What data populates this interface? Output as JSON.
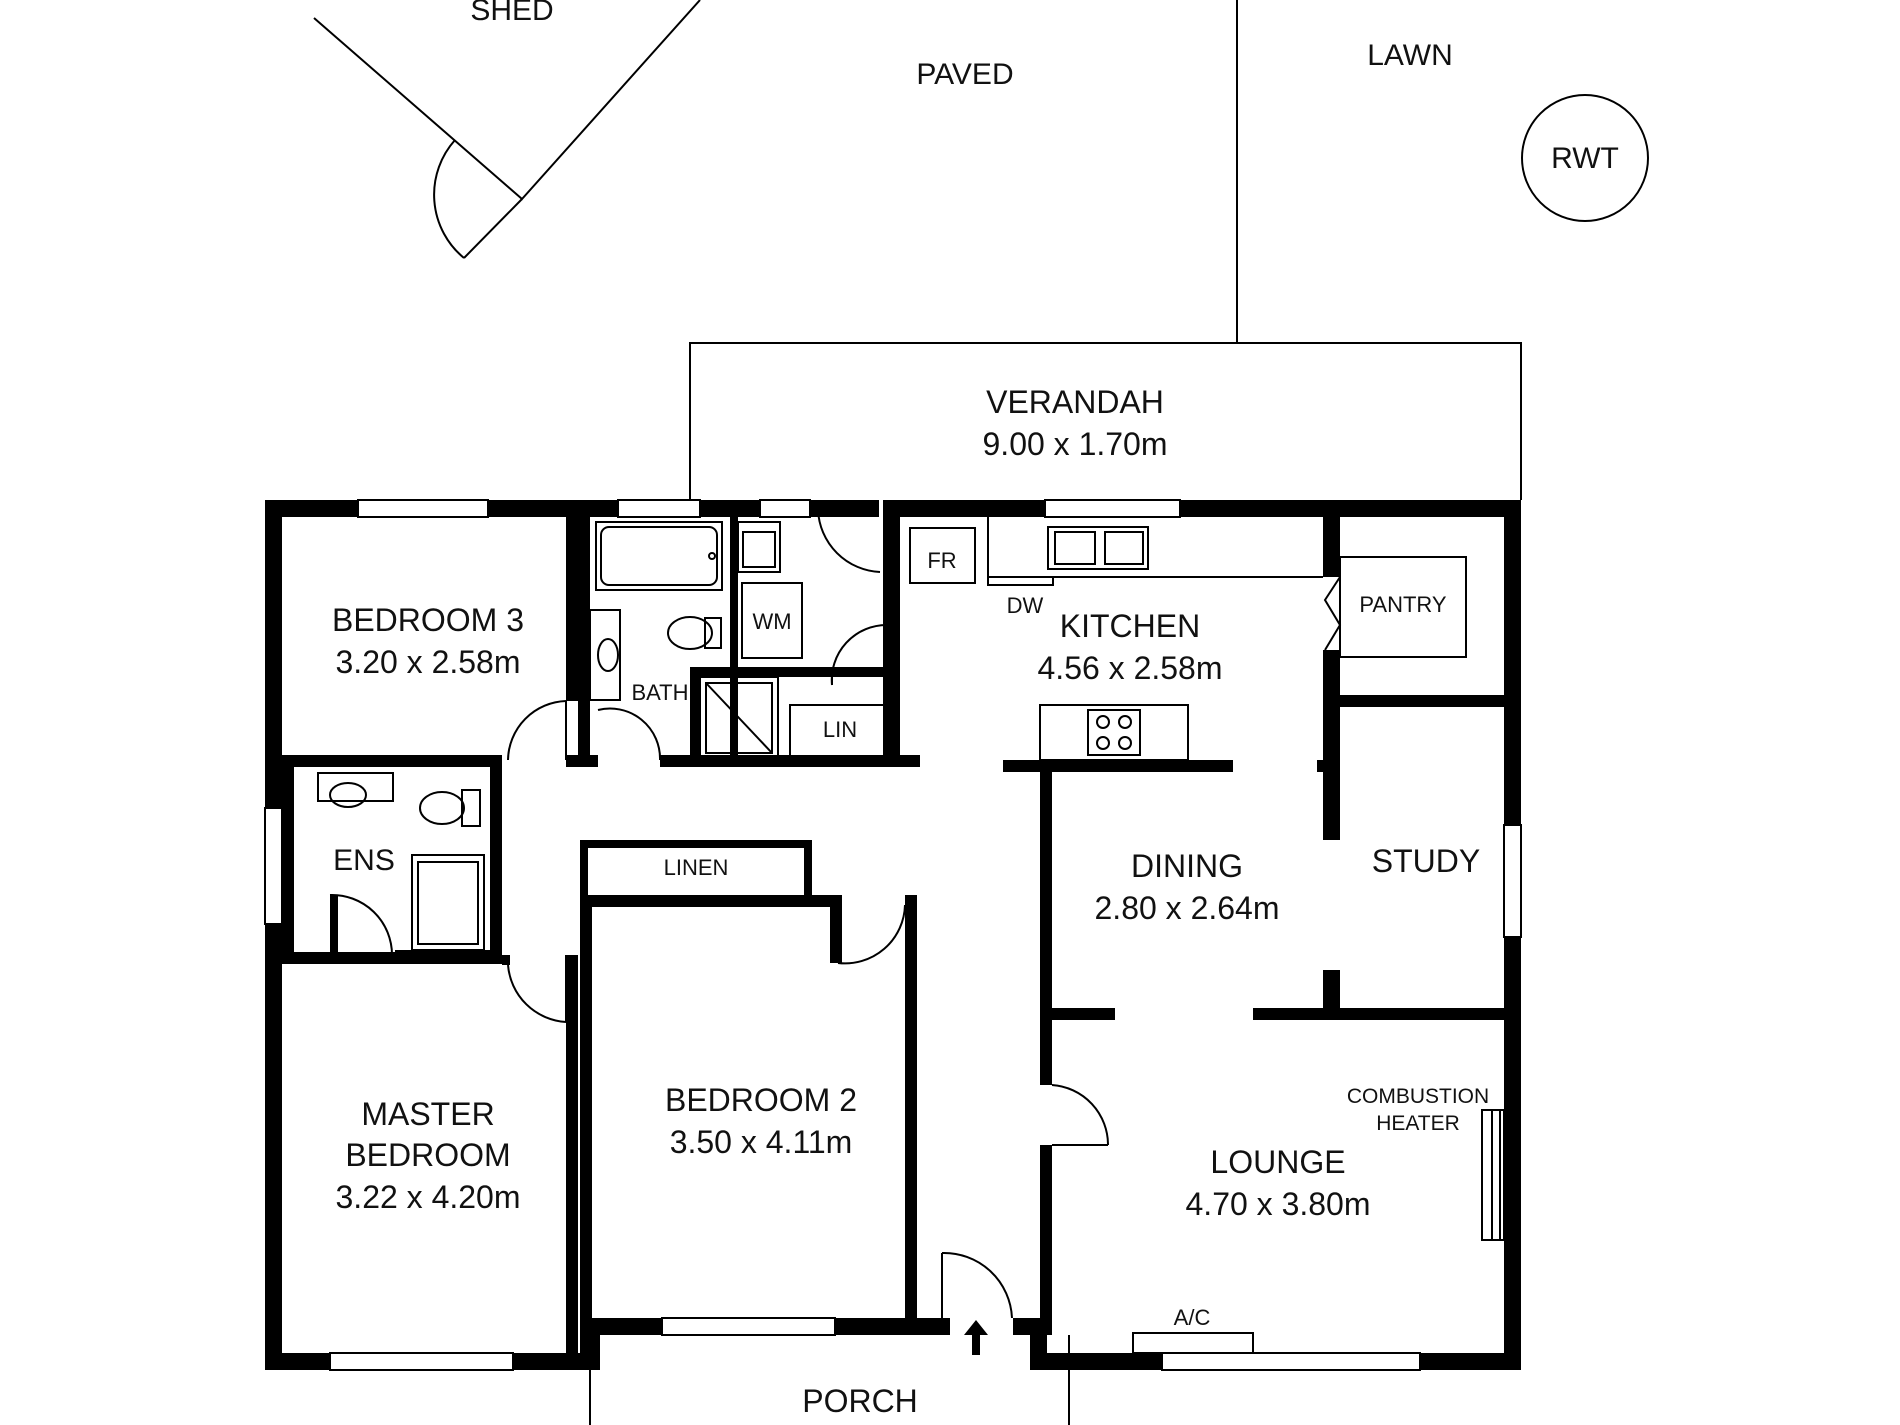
{
  "outdoor": {
    "shed": "SHED",
    "paved": "PAVED",
    "lawn": "LAWN",
    "rwt": "RWT",
    "porch": "PORCH"
  },
  "rooms": {
    "verandah": {
      "name": "VERANDAH",
      "size": "9.00 x 1.70m"
    },
    "bedroom3": {
      "name": "BEDROOM 3",
      "size": "3.20 x 2.58m"
    },
    "kitchen": {
      "name": "KITCHEN",
      "size": "4.56 x 2.58m"
    },
    "dining": {
      "name": "DINING",
      "size": "2.80 x 2.64m"
    },
    "study": {
      "name": "STUDY"
    },
    "master": {
      "name_line1": "MASTER",
      "name_line2": "BEDROOM",
      "size": "3.22 x 4.20m"
    },
    "bedroom2": {
      "name": "BEDROOM 2",
      "size": "3.50 x 4.11m"
    },
    "lounge": {
      "name": "LOUNGE",
      "size": "4.70 x 3.80m"
    }
  },
  "fixtures": {
    "fr": "FR",
    "dw": "DW",
    "wm": "WM",
    "pantry": "PANTRY",
    "bath": "BATH",
    "lin": "LIN",
    "ens": "ENS",
    "linen": "LINEN",
    "heater_line1": "COMBUSTION",
    "heater_line2": "HEATER",
    "ac": "A/C"
  }
}
